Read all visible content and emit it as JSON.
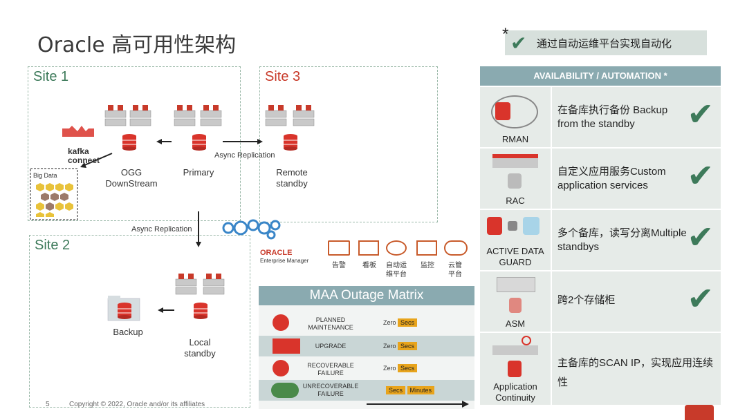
{
  "title": "Oracle 高可用性架构",
  "automation_note": {
    "asterisk": "*",
    "text": "通过自动运维平台实现自动化"
  },
  "sites": {
    "site1": "Site 1",
    "site2": "Site 2",
    "site3": "Site 3"
  },
  "nodes": {
    "ogg": "OGG DownStream",
    "primary": "Primary",
    "remote": "Remote standby",
    "local": "Local standby",
    "backup": "Backup",
    "bigdata": "Big Data",
    "kafka": "kafka connect"
  },
  "replication": {
    "async1": "Async Replication",
    "async2": "Async Replication"
  },
  "em": {
    "brand": "ORACLE",
    "product": "Enterprise Manager",
    "items": [
      "告警",
      "看板",
      "自动运维平台",
      "监控",
      "云管平台"
    ]
  },
  "maa": {
    "title": "MAA Outage Matrix",
    "rows": [
      {
        "name": "PLANNED MAINTENANCE",
        "left": "Zero",
        "right": "Secs"
      },
      {
        "name": "UPGRADE",
        "left": "Zero",
        "right": "Secs"
      },
      {
        "name": "RECOVERABLE FAILURE",
        "left": "Zero",
        "right": "Secs"
      },
      {
        "name": "UNRECOVERABLE FAILURE",
        "left": "Secs",
        "right": "Minutes"
      }
    ]
  },
  "panel": {
    "header": "AVAILABILITY / AUTOMATION *",
    "rows": [
      {
        "icon_label": "RMAN",
        "text": "在备库执行备份 Backup from the standby",
        "check": "✔"
      },
      {
        "icon_label": "RAC",
        "text": "自定义应用服务Custom application services",
        "check": "✔"
      },
      {
        "icon_label": "ACTIVE DATA GUARD",
        "text": "多个备库，读写分离Multiple standbys",
        "check": "✔"
      },
      {
        "icon_label": "ASM",
        "text": "跨2个存储柜",
        "check": "✔"
      },
      {
        "icon_label": "Application Continuity",
        "text": "主备库的SCAN IP，实现应用连续性",
        "check": ""
      }
    ]
  },
  "footer": {
    "page": "5",
    "copyright": "Copyright © 2022, Oracle and/or its affiliates"
  },
  "colors": {
    "accent_green": "#3d7a5a",
    "accent_red": "#c83a2a",
    "header_teal": "#8aaab0"
  }
}
